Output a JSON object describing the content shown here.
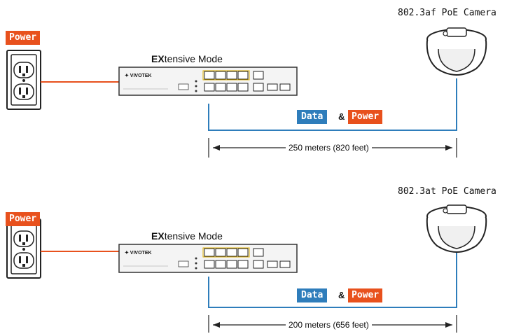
{
  "panels": [
    {
      "power_label": "Power",
      "mode_bold": "EX",
      "mode_rest": "tensive Mode",
      "camera_title": "802.3af PoE Camera",
      "data_label": "Data",
      "amp": "&",
      "power_label2": "Power",
      "distance": "250 meters (820 feet)",
      "switch_logo": "VIVOTEK"
    },
    {
      "power_label": "Power",
      "mode_bold": "EX",
      "mode_rest": "tensive Mode",
      "camera_title": "802.3at PoE Camera",
      "data_label": "Data",
      "amp": "&",
      "power_label2": "Power",
      "distance": "200 meters (656 feet)",
      "switch_logo": "VIVOTEK"
    }
  ],
  "colors": {
    "power_line": "#e8511d",
    "data_line": "#2e7dbb",
    "power_badge": "#e8511d",
    "data_badge": "#2e7dbb"
  }
}
